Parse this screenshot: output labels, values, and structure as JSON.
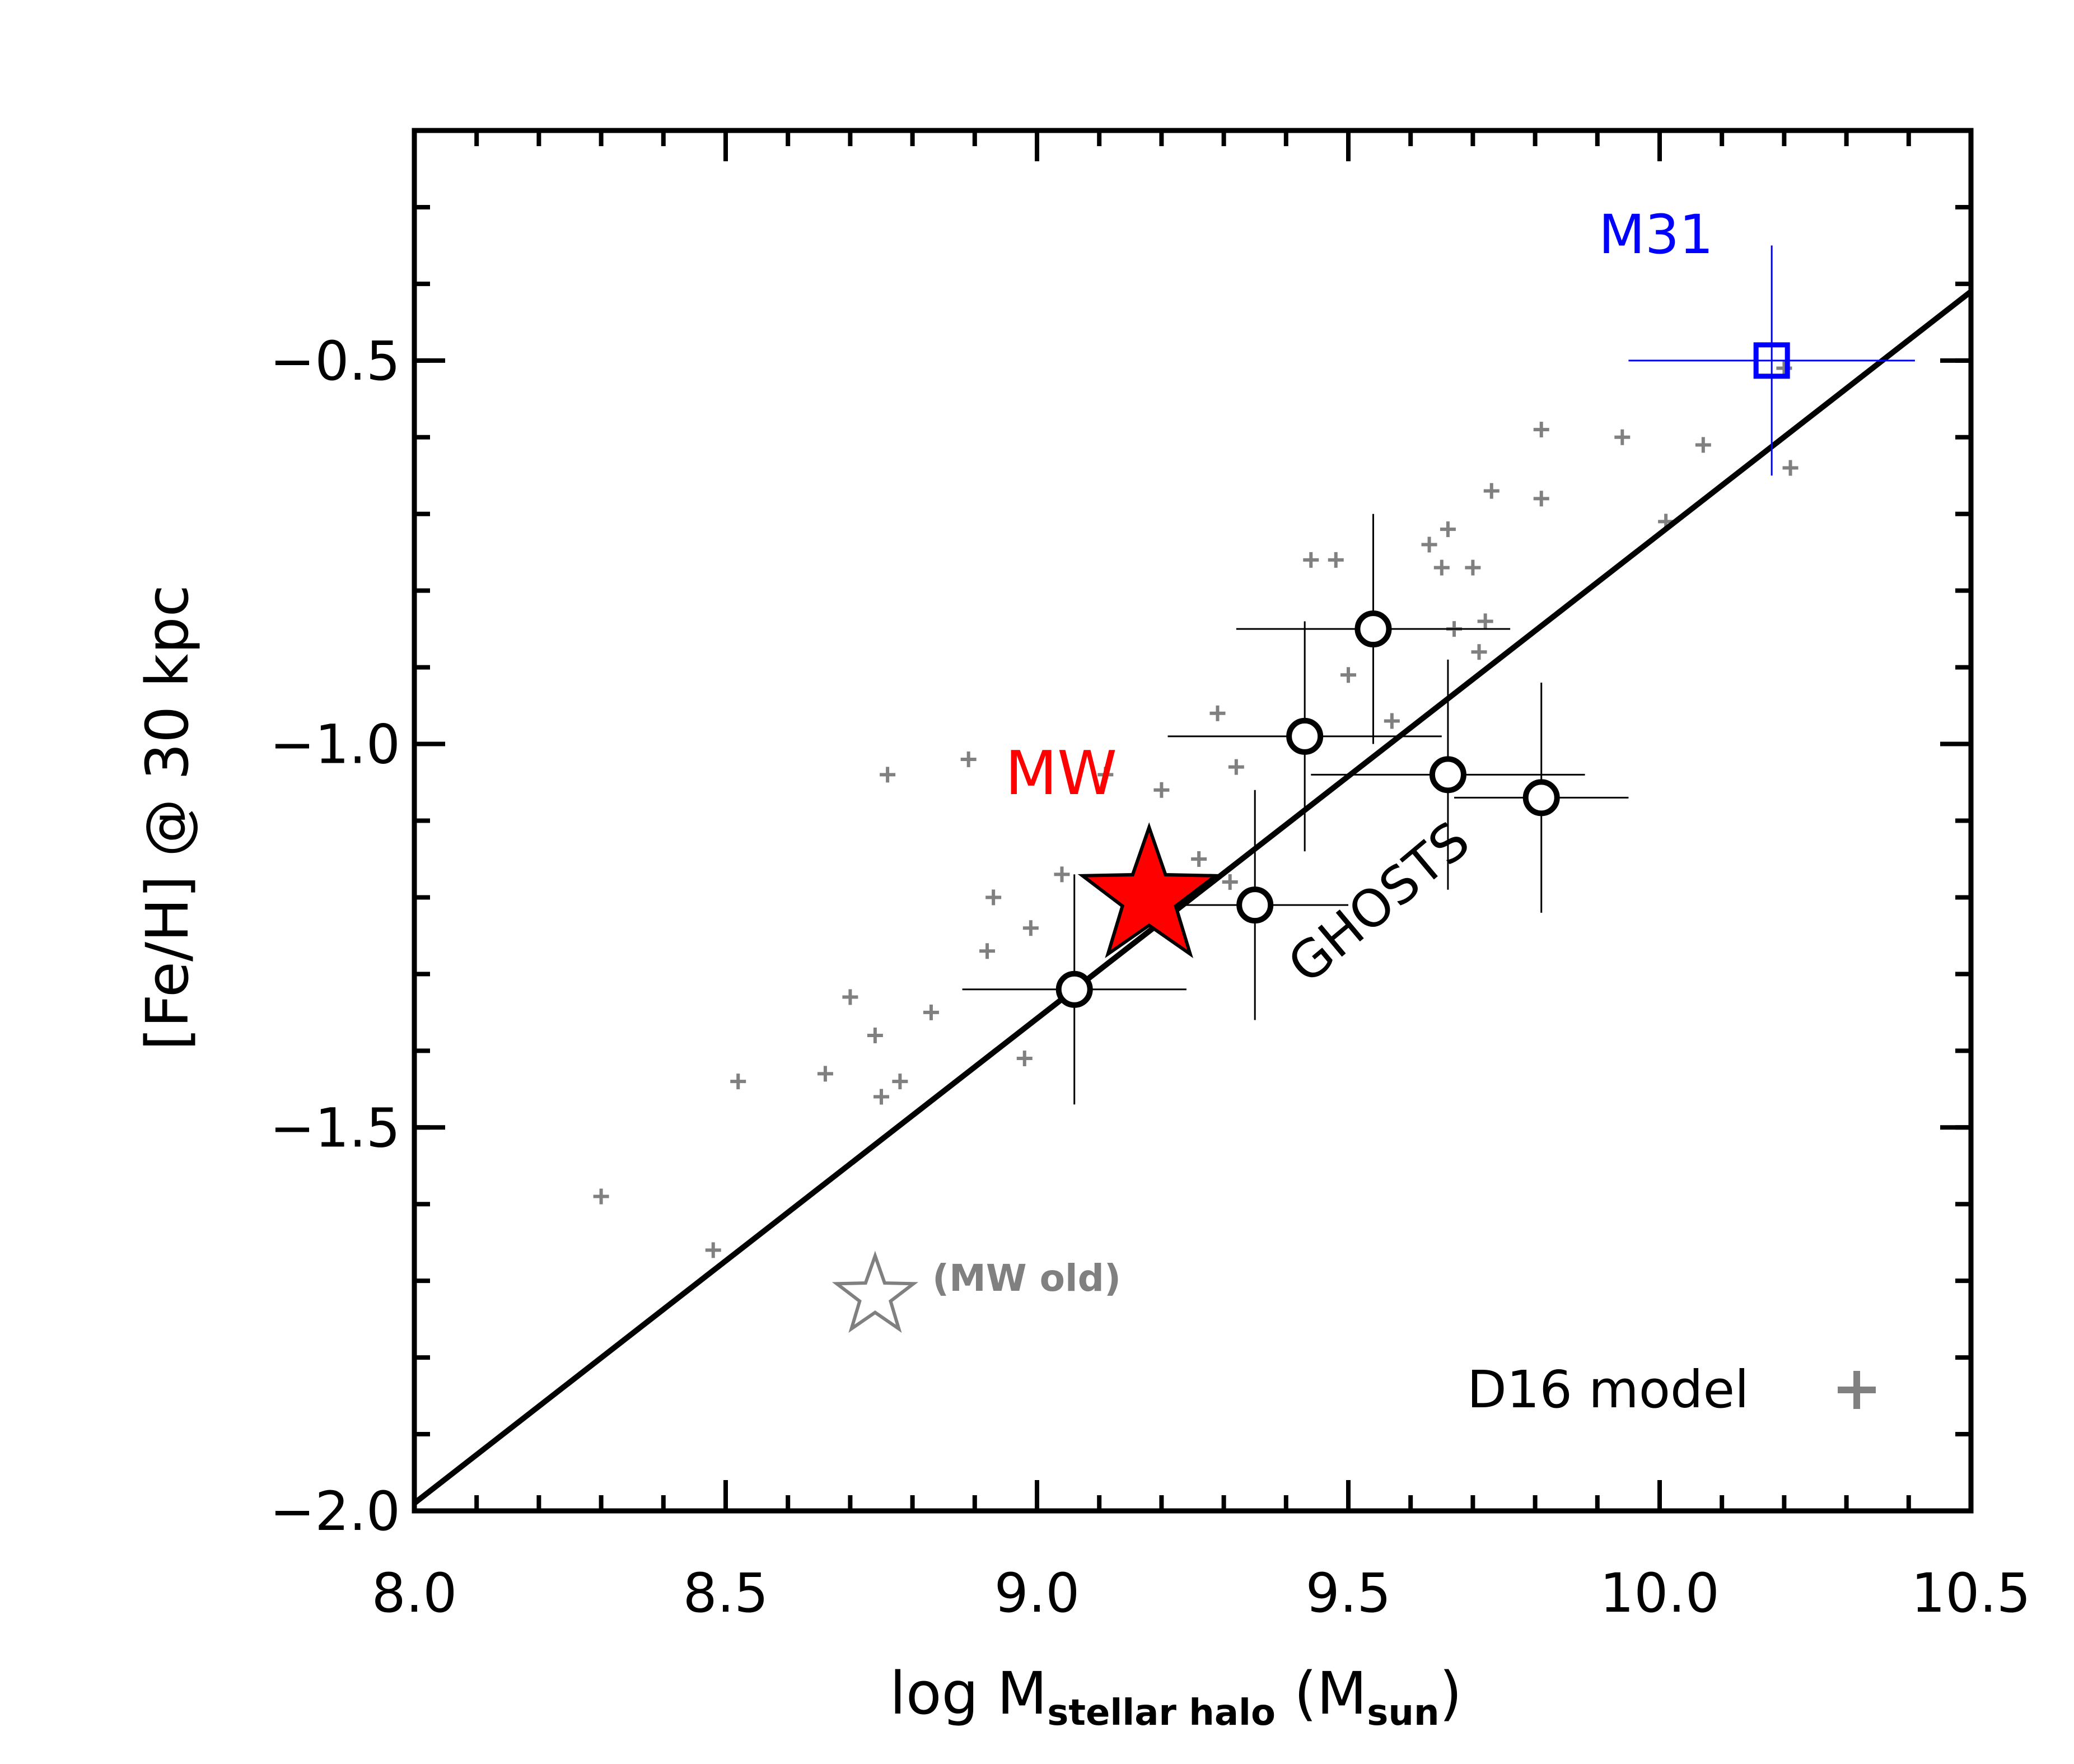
{
  "chart_data": {
    "type": "scatter",
    "xlabel": {
      "main": "log M",
      "sub": "stellar halo",
      "unit_open": " (M",
      "unit_sub": "sun",
      "unit_close": ")"
    },
    "ylabel": "[Fe/H] @ 30 kpc",
    "xlim": [
      8.0,
      10.5
    ],
    "ylim": [
      -2.0,
      -0.2
    ],
    "x_ticks": [
      8.0,
      8.5,
      9.0,
      9.5,
      10.0,
      10.5
    ],
    "x_tick_labels": [
      "8.0",
      "8.5",
      "9.0",
      "9.5",
      "10.0",
      "10.5"
    ],
    "y_ticks": [
      -2.0,
      -1.5,
      -1.0,
      -0.5
    ],
    "y_tick_labels": [
      "−2.0",
      "−1.5",
      "−1.0",
      "−0.5"
    ],
    "series": [
      {
        "name": "D16 model",
        "marker": "plus",
        "color": "#808080",
        "points": [
          [
            8.3,
            -1.59
          ],
          [
            8.48,
            -1.66
          ],
          [
            8.52,
            -1.44
          ],
          [
            8.66,
            -1.43
          ],
          [
            8.7,
            -1.33
          ],
          [
            8.74,
            -1.38
          ],
          [
            8.75,
            -1.46
          ],
          [
            8.76,
            -1.04
          ],
          [
            8.78,
            -1.44
          ],
          [
            8.83,
            -1.35
          ],
          [
            8.89,
            -1.02
          ],
          [
            8.92,
            -1.27
          ],
          [
            8.93,
            -1.2
          ],
          [
            8.98,
            -1.41
          ],
          [
            8.99,
            -1.24
          ],
          [
            9.04,
            -1.17
          ],
          [
            9.11,
            -1.04
          ],
          [
            9.2,
            -1.06
          ],
          [
            9.24,
            -1.19
          ],
          [
            9.26,
            -1.15
          ],
          [
            9.29,
            -0.96
          ],
          [
            9.31,
            -1.18
          ],
          [
            9.32,
            -1.03
          ],
          [
            9.44,
            -0.76
          ],
          [
            9.48,
            -0.76
          ],
          [
            9.5,
            -0.91
          ],
          [
            9.57,
            -0.97
          ],
          [
            9.63,
            -0.74
          ],
          [
            9.65,
            -0.77
          ],
          [
            9.66,
            -0.72
          ],
          [
            9.67,
            -0.85
          ],
          [
            9.7,
            -0.77
          ],
          [
            9.71,
            -0.88
          ],
          [
            9.72,
            -0.84
          ],
          [
            9.73,
            -0.67
          ],
          [
            9.81,
            -0.68
          ],
          [
            9.81,
            -0.59
          ],
          [
            9.94,
            -0.6
          ],
          [
            10.01,
            -0.71
          ],
          [
            10.07,
            -0.61
          ],
          [
            10.2,
            -0.51
          ],
          [
            10.21,
            -0.64
          ]
        ]
      },
      {
        "name": "GHOSTS",
        "marker": "open-circle",
        "color": "#000000",
        "points": [
          {
            "x": 9.06,
            "y": -1.32,
            "xerr": 0.18,
            "yerr": 0.15
          },
          {
            "x": 9.35,
            "y": -1.21,
            "xerr": 0.15,
            "yerr": 0.15
          },
          {
            "x": 9.43,
            "y": -0.99,
            "xerr": 0.22,
            "yerr": 0.15
          },
          {
            "x": 9.54,
            "y": -0.85,
            "xerr": 0.22,
            "yerr": 0.15
          },
          {
            "x": 9.66,
            "y": -1.04,
            "xerr": 0.22,
            "yerr": 0.15
          },
          {
            "x": 9.81,
            "y": -1.07,
            "xerr": 0.14,
            "yerr": 0.15
          }
        ]
      },
      {
        "name": "MW",
        "marker": "filled-star",
        "color": "#ff0000",
        "points": [
          {
            "x": 9.18,
            "y": -1.2
          }
        ]
      },
      {
        "name": "(MW old)",
        "marker": "open-star",
        "color": "#808080",
        "points": [
          {
            "x": 8.74,
            "y": -1.72
          }
        ]
      },
      {
        "name": "M31",
        "marker": "open-square",
        "color": "#0000ff",
        "points": [
          {
            "x": 10.18,
            "y": -0.5,
            "xerr": 0.23,
            "yerr": 0.15
          }
        ]
      }
    ],
    "fit_line": {
      "label": "GHOSTS",
      "x": [
        8.0,
        10.5
      ],
      "y": [
        -1.99,
        -0.41
      ]
    },
    "annotations": {
      "mw": "MW",
      "m31": "M31",
      "ghosts": "GHOSTS",
      "mw_old": "(MW old)",
      "legend": "D16 model"
    },
    "legend_placement": "bottom-right",
    "grid": false
  }
}
